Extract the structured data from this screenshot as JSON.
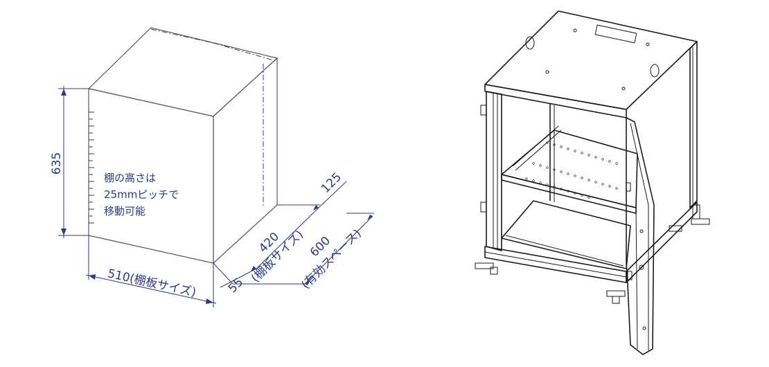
{
  "diagram": {
    "dimensions": {
      "height": "635",
      "width": "510(棚板サイズ)",
      "front_gap": "55",
      "depth_shelf_value": "420",
      "depth_shelf_note": "(棚板サイズ)",
      "depth_total_value": "600",
      "depth_total_note": "(有効スペース)",
      "rear_gap": "125"
    },
    "shelf_note": [
      "棚の高さは",
      "25mmピッチで",
      "移動可能"
    ]
  },
  "colors": {
    "dimension_line": "#2b3a8a",
    "cabinet_outline": "#1a1a1a",
    "cabinet_fill": "#ffffff"
  }
}
